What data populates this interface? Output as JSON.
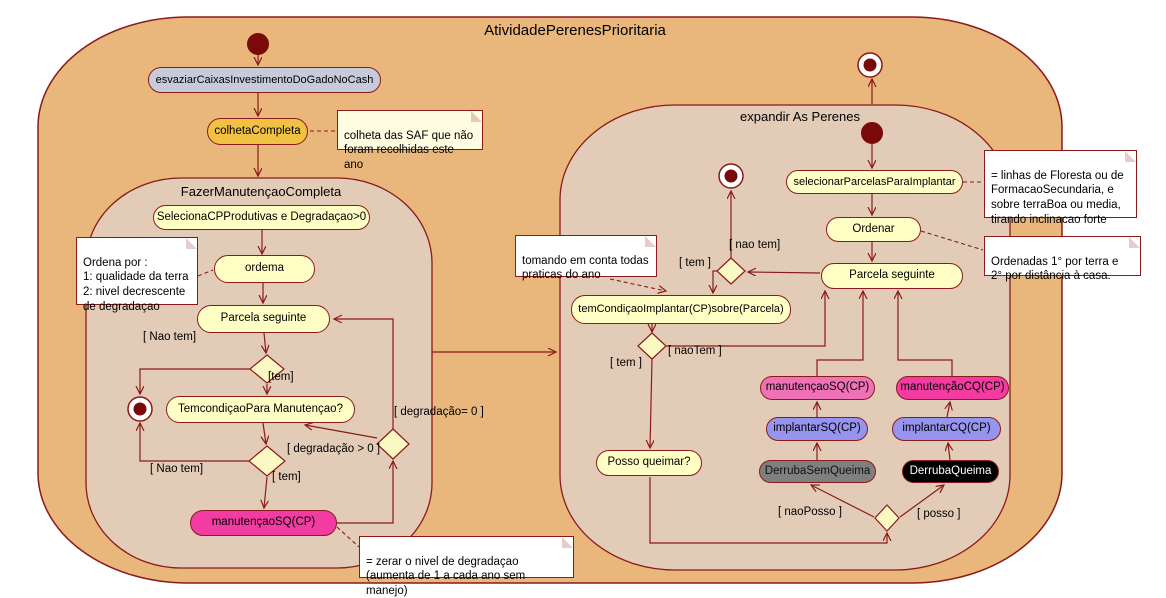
{
  "title": "AtividadePerenesPrioritaria",
  "frames": {
    "left": "FazerManutençaoCompleta",
    "right": "expandir As Perenes"
  },
  "nodes": {
    "esvaziar": "esvaziarCaixasInvestimentoDoGadoNoCash",
    "colheta": "colhetaCompleta",
    "seleciona": "SelecionaCPProdutivas e Degradaçao>0",
    "ordema": "ordema",
    "parcela_left": "Parcela seguinte",
    "tem_condicao_manutencao": "TemcondiçaoPara Manutençao?",
    "manutencao_sq_left": "manutençaoSQ(CP)",
    "selecionar_parcelas": "selecionarParcelasParaImplantar",
    "ordenar": "Ordenar",
    "parcela_right": "Parcela seguinte",
    "tem_condicao_implantar": "temCondiçaoImplantar(CP)sobre(Parcela)",
    "posso_queimar": "Posso queimar?",
    "manutencao_sq_right": "manutençaoSQ(CP)",
    "manutencao_cq": "manutençãoCQ(CP)",
    "implantar_sq": "implantarSQ(CP)",
    "implantar_cq": "implantarCQ(CP)",
    "derruba_sem_queima": "DerrubaSemQueima",
    "derruba_queima": "DerrubaQueima"
  },
  "guards": {
    "nao_tem_1": "[ Nao tem]",
    "tem_1": "[tem]",
    "nao_tem_2": "[ Nao tem]",
    "tem_2": "[ tem]",
    "degradacao_maior": "[ degradação > 0 ]",
    "degradacao_zero": "[ degradação= 0 ]",
    "tem_r1": "[ tem ]",
    "nao_tem_r": "[ nao tem]",
    "nao_tem_camel": "[ naoTem ]",
    "tem_r2": "[ tem ]",
    "nao_posso": "[ naoPosso ]",
    "posso": "[ posso ]"
  },
  "notes": {
    "colheta": "colheta das SAF que não\nforam recolhidas este ano",
    "ordena_por": "Ordena por :\n1: qualidade da terra\n2: nivel decrescente\nde degradaçao",
    "zerar": "= zerar o nivel de degradaçao\n(aumenta de 1 a cada ano sem manejo)",
    "linhas": "= linhas de Floresta ou de\nFormacaoSecundaria, e\nsobre terraBoa ou media,\ntirando inclinacao forte",
    "ordenadas": "Ordenadas 1° por terra e\n2° por distância à casa.",
    "tomando": "tomando em conta todas\npraticas do ano"
  },
  "colors": {
    "outer_fill": "#E9B77C",
    "frame_fill": "#E3CCB7",
    "line": "#8B1A1A",
    "activity_yellow": "#FFFFC5",
    "activity_gold": "#F0C143",
    "activity_bluegray": "#C7CBD9",
    "activity_pink_strong": "#F23CA2",
    "activity_pink_medium": "#EF72B7",
    "activity_purple": "#9694EE",
    "activity_gray": "#7F7F7F",
    "activity_black": "#000000",
    "diamond_fill": "#FBF9C3",
    "note_white": "#FFFFFF",
    "note_yellow": "#FEFCE1",
    "state_dark_red": "#7A0A0A"
  }
}
